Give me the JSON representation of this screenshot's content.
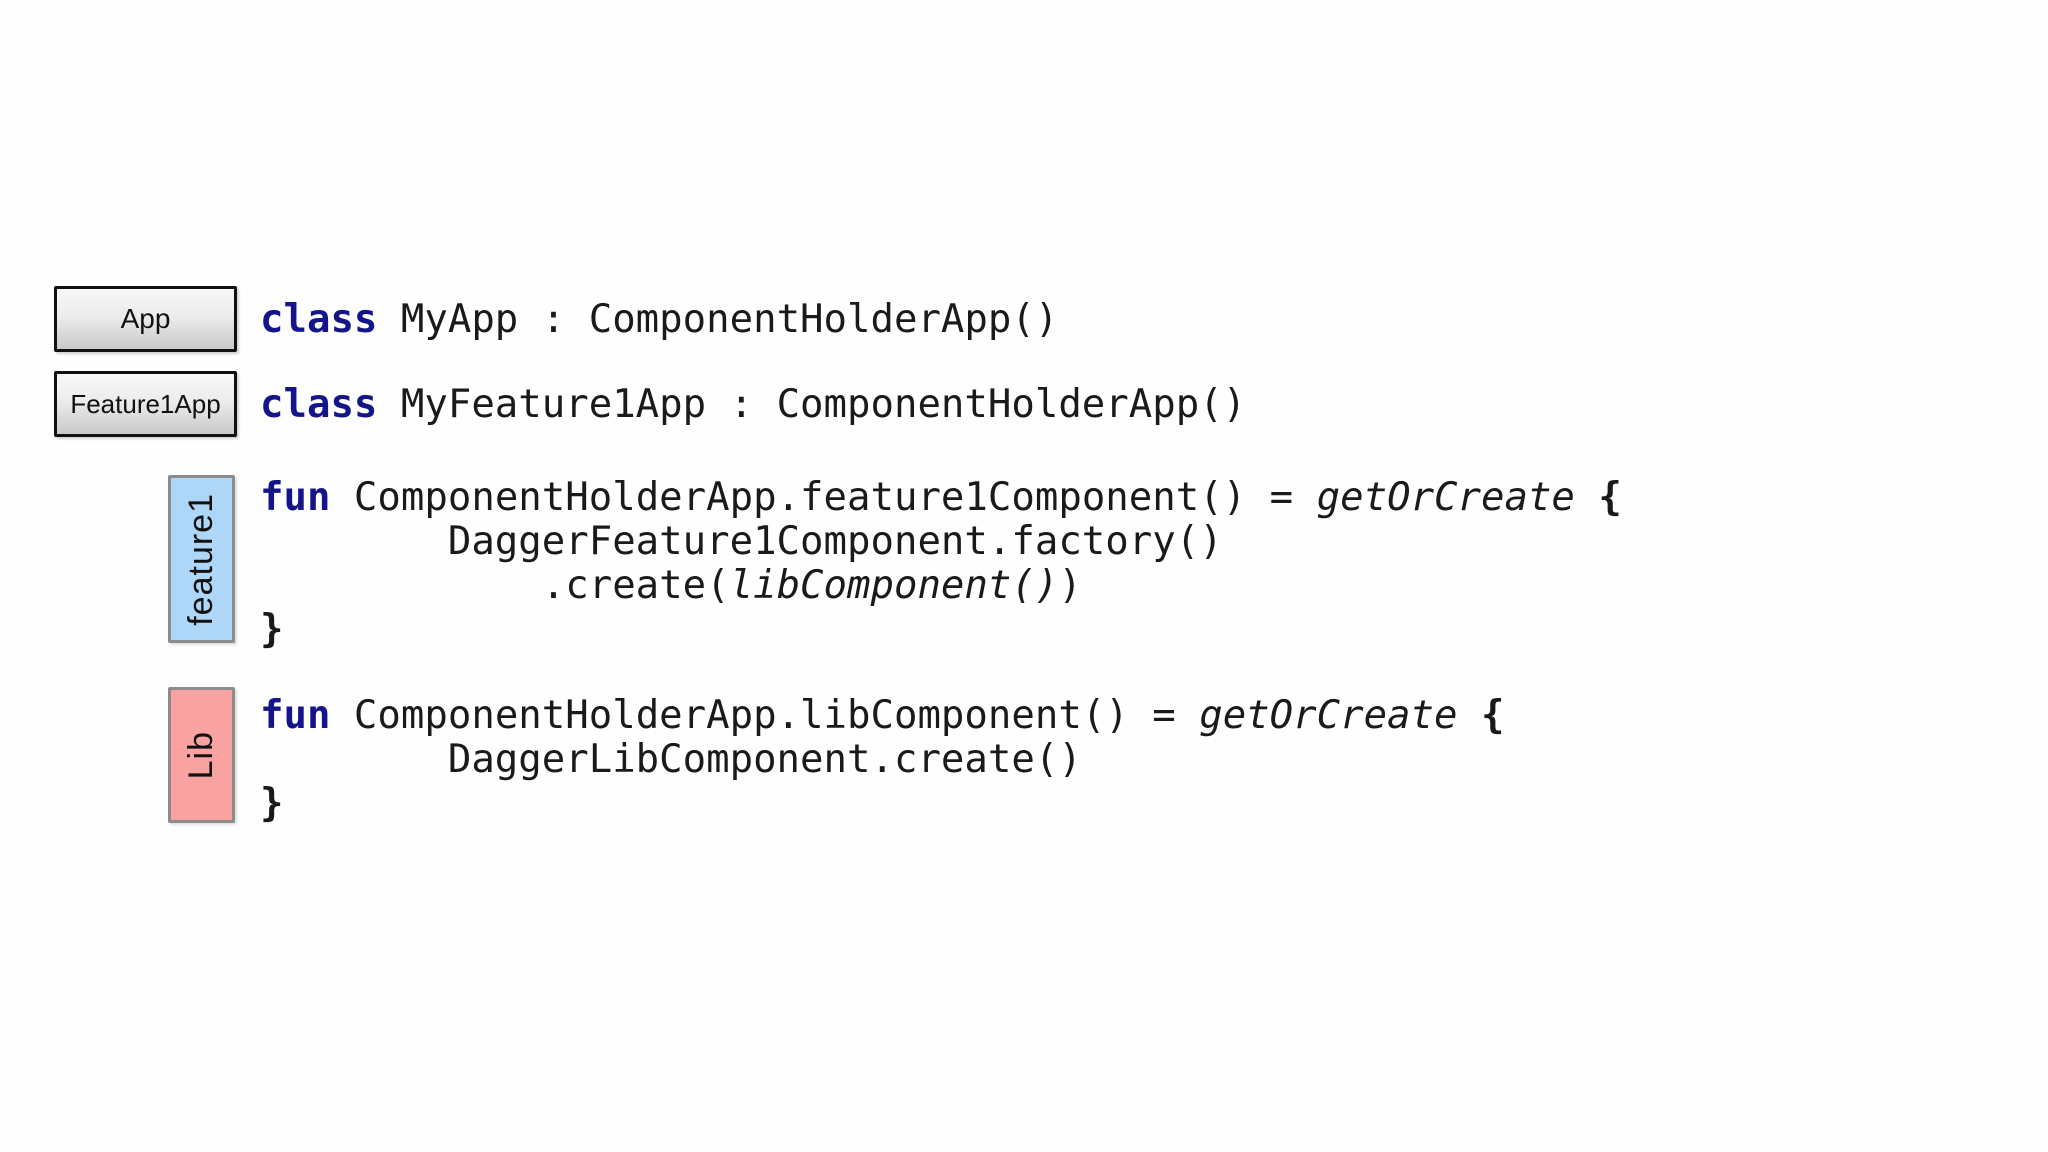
{
  "colors": {
    "keyword_blue": "#15158a",
    "code_text": "#1a1a1a",
    "feature1_fill": "#aed6f7",
    "lib_fill": "#f9a2a2",
    "label_box_border": "#8c8c8c",
    "gray_box_border": "#111111"
  },
  "blocks": {
    "app": {
      "label": "App",
      "code_keyword": "class",
      "code_rest": " MyApp : ComponentHolderApp()"
    },
    "feature1app": {
      "label": "Feature1App",
      "code_keyword": "class",
      "code_rest": " MyFeature1App : ComponentHolderApp()"
    },
    "feature1": {
      "label": "feature1",
      "line1_keyword": "fun",
      "line1_plain": " ComponentHolderApp.feature1Component() = ",
      "line1_italic": "getOrCreate",
      "line1_brace": " {",
      "line2": "        DaggerFeature1Component.factory()",
      "line3_plain": "            .create(",
      "line3_italic": "libComponent()",
      "line3_tail": ")",
      "line4_brace": "}"
    },
    "lib": {
      "label": "Lib",
      "line1_keyword": "fun",
      "line1_plain": " ComponentHolderApp.libComponent() = ",
      "line1_italic": "getOrCreate",
      "line1_brace": " {",
      "line2": "        DaggerLibComponent.create()",
      "line3_brace": "}"
    }
  }
}
